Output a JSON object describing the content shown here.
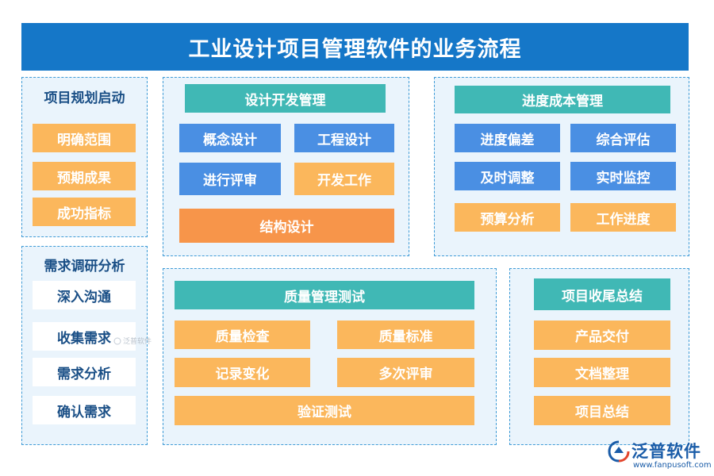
{
  "title": "工业设计项目管理软件的业务流程",
  "panels": {
    "planning": {
      "title": "项目规划启动",
      "items": [
        "明确范围",
        "预期成果",
        "成功指标"
      ]
    },
    "research": {
      "title": "需求调研分析",
      "items": [
        "深入沟通",
        "收集需求",
        "需求分析",
        "确认需求"
      ]
    },
    "design": {
      "title": "设计开发管理",
      "items": [
        "概念设计",
        "工程设计",
        "进行评审",
        "开发工作",
        "结构设计"
      ]
    },
    "cost": {
      "title": "进度成本管理",
      "items": [
        "进度偏差",
        "综合评估",
        "及时调整",
        "实时监控",
        "预算分析",
        "工作进度"
      ]
    },
    "quality": {
      "title": "质量管理测试",
      "items": [
        "质量检查",
        "质量标准",
        "记录变化",
        "多次评审",
        "验证测试"
      ]
    },
    "closing": {
      "title": "项目收尾总结",
      "items": [
        "产品交付",
        "文档整理",
        "项目总结"
      ]
    }
  },
  "watermark": {
    "small_text": "泛普软件",
    "logo_text": "泛普软件",
    "logo_url": "www.fanpusoft.com"
  },
  "colors": {
    "title_bar": "#1577c8",
    "header_teal": "#40b8b5",
    "item_orange": "#fbb75c",
    "item_blue": "#4a8fe3",
    "item_deep_orange": "#f7954a",
    "panel_bg": "#eaf4fc",
    "panel_border": "#3f9bd6"
  }
}
